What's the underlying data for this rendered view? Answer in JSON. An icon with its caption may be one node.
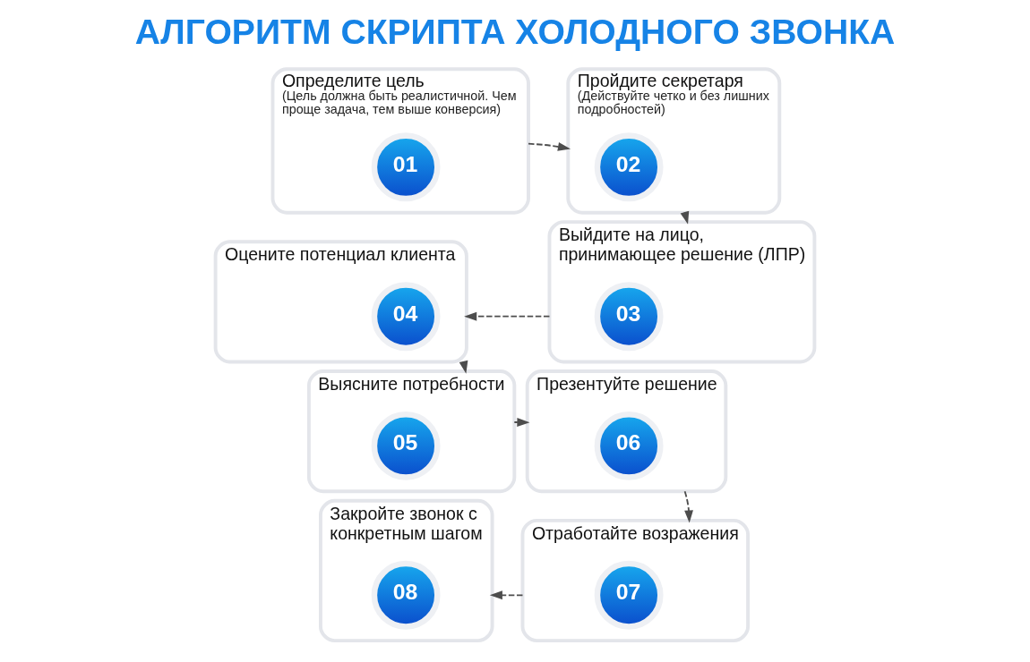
{
  "diagram": {
    "title": "АЛГОРИТМ СКРИПТА ХОЛОДНОГО ЗВОНКА",
    "nodes": [
      {
        "text": [
          "Определите цель",
          "(Цель должна быть реалистичной. Чем проще задача, тем выше конверсия)"
        ]
      },
      {
        "text": [
          "01"
        ],
        "in": 0
      },
      {
        "text": [
          "Пройдите секретаря",
          "(Действуйте четко и без лишних подробностей)"
        ]
      },
      {
        "text": [
          "02"
        ],
        "in": 2
      },
      {
        "text": [
          "Выйдите на лицо, принимающее решение (ЛПР)"
        ]
      },
      {
        "text": [
          "03"
        ],
        "in": 4
      },
      {
        "text": [
          "Оцените потенциал клиента"
        ]
      },
      {
        "text": [
          "04"
        ],
        "in": 6
      },
      {
        "text": [
          "Выясните потребности"
        ]
      },
      {
        "text": [
          "05"
        ],
        "in": 8
      },
      {
        "text": [
          "Презентуйте решение"
        ]
      },
      {
        "text": [
          "06"
        ],
        "in": 10
      },
      {
        "text": [
          "Отработайте возражения"
        ]
      },
      {
        "text": [
          "07"
        ],
        "in": 12
      },
      {
        "text": [
          "Закройте звонок с конкретным шагом"
        ]
      },
      {
        "text": [
          "08"
        ],
        "in": 14
      }
    ],
    "edges": [
      {
        "from": 0,
        "to": 2,
        "arrow": "to",
        "style": "dashed"
      },
      {
        "from": 2,
        "to": 4,
        "arrow": "to",
        "style": "dashed"
      },
      {
        "from": 4,
        "to": 6,
        "arrow": "to",
        "style": "dashed"
      },
      {
        "from": 6,
        "to": 8,
        "arrow": "to",
        "style": "dashed"
      },
      {
        "from": 8,
        "to": 10,
        "arrow": "to",
        "style": "dashed"
      },
      {
        "from": 10,
        "to": 12,
        "arrow": "to",
        "style": "dashed"
      },
      {
        "from": 12,
        "to": 14,
        "arrow": "to",
        "style": "dashed"
      }
    ]
  }
}
